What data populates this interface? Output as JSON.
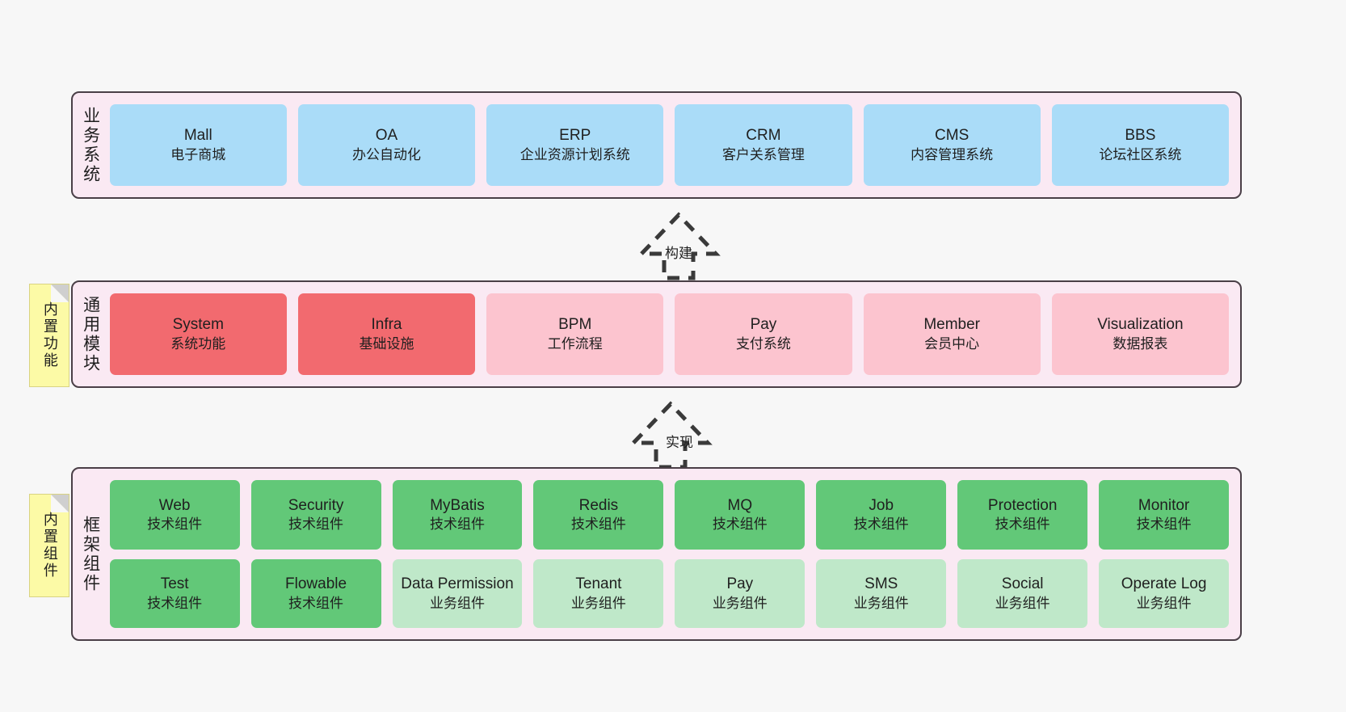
{
  "diagram": {
    "background_color": "#f7f7f7",
    "layer_band_color": "#fae9f3",
    "layer_border_color": "#4a3f47",
    "sticky_color": "#fcfaa6"
  },
  "layers": [
    {
      "id": "business",
      "title": "业务系统",
      "cards": [
        {
          "name": "Mall",
          "desc": "电子商城",
          "color": "#aadcf8",
          "style": "c-blue"
        },
        {
          "name": "OA",
          "desc": "办公自动化",
          "color": "#aadcf8",
          "style": "c-blue"
        },
        {
          "name": "ERP",
          "desc": "企业资源计划系统",
          "color": "#aadcf8",
          "style": "c-blue"
        },
        {
          "name": "CRM",
          "desc": "客户关系管理",
          "color": "#aadcf8",
          "style": "c-blue"
        },
        {
          "name": "CMS",
          "desc": "内容管理系统",
          "color": "#aadcf8",
          "style": "c-blue"
        },
        {
          "name": "BBS",
          "desc": "论坛社区系统",
          "color": "#aadcf8",
          "style": "c-blue"
        }
      ]
    },
    {
      "id": "common",
      "title": "通用模块",
      "sticky": "内置功能",
      "cards": [
        {
          "name": "System",
          "desc": "系统功能",
          "color": "#f26a6f",
          "style": "c-red"
        },
        {
          "name": "Infra",
          "desc": "基础设施",
          "color": "#f26a6f",
          "style": "c-red"
        },
        {
          "name": "BPM",
          "desc": "工作流程",
          "color": "#fcc4cf",
          "style": "c-pink"
        },
        {
          "name": "Pay",
          "desc": "支付系统",
          "color": "#fcc4cf",
          "style": "c-pink"
        },
        {
          "name": "Member",
          "desc": "会员中心",
          "color": "#fcc4cf",
          "style": "c-pink"
        },
        {
          "name": "Visualization",
          "desc": "数据报表",
          "color": "#fcc4cf",
          "style": "c-pink"
        }
      ]
    },
    {
      "id": "frame",
      "title": "框架组件",
      "sticky": "内置组件",
      "rows": [
        [
          {
            "name": "Web",
            "desc": "技术组件",
            "color": "#62c878",
            "style": "c-green"
          },
          {
            "name": "Security",
            "desc": "技术组件",
            "color": "#62c878",
            "style": "c-green"
          },
          {
            "name": "MyBatis",
            "desc": "技术组件",
            "color": "#62c878",
            "style": "c-green"
          },
          {
            "name": "Redis",
            "desc": "技术组件",
            "color": "#62c878",
            "style": "c-green"
          },
          {
            "name": "MQ",
            "desc": "技术组件",
            "color": "#62c878",
            "style": "c-green"
          },
          {
            "name": "Job",
            "desc": "技术组件",
            "color": "#62c878",
            "style": "c-green"
          },
          {
            "name": "Protection",
            "desc": "技术组件",
            "color": "#62c878",
            "style": "c-green"
          },
          {
            "name": "Monitor",
            "desc": "技术组件",
            "color": "#62c878",
            "style": "c-green"
          }
        ],
        [
          {
            "name": "Test",
            "desc": "技术组件",
            "color": "#62c878",
            "style": "c-green"
          },
          {
            "name": "Flowable",
            "desc": "技术组件",
            "color": "#62c878",
            "style": "c-green"
          },
          {
            "name": "Data Permission",
            "desc": "业务组件",
            "color": "#bfe8c9",
            "style": "c-green-light"
          },
          {
            "name": "Tenant",
            "desc": "业务组件",
            "color": "#bfe8c9",
            "style": "c-green-light"
          },
          {
            "name": "Pay",
            "desc": "业务组件",
            "color": "#bfe8c9",
            "style": "c-green-light"
          },
          {
            "name": "SMS",
            "desc": "业务组件",
            "color": "#bfe8c9",
            "style": "c-green-light"
          },
          {
            "name": "Social",
            "desc": "业务组件",
            "color": "#bfe8c9",
            "style": "c-green-light"
          },
          {
            "name": "Operate Log",
            "desc": "业务组件",
            "color": "#bfe8c9",
            "style": "c-green-light"
          }
        ]
      ]
    }
  ],
  "arrows": [
    {
      "id": "build",
      "label": "构建",
      "direction": "up",
      "style": "dashed-hollow"
    },
    {
      "id": "impl",
      "label": "实现",
      "direction": "up",
      "style": "dashed-hollow"
    }
  ]
}
